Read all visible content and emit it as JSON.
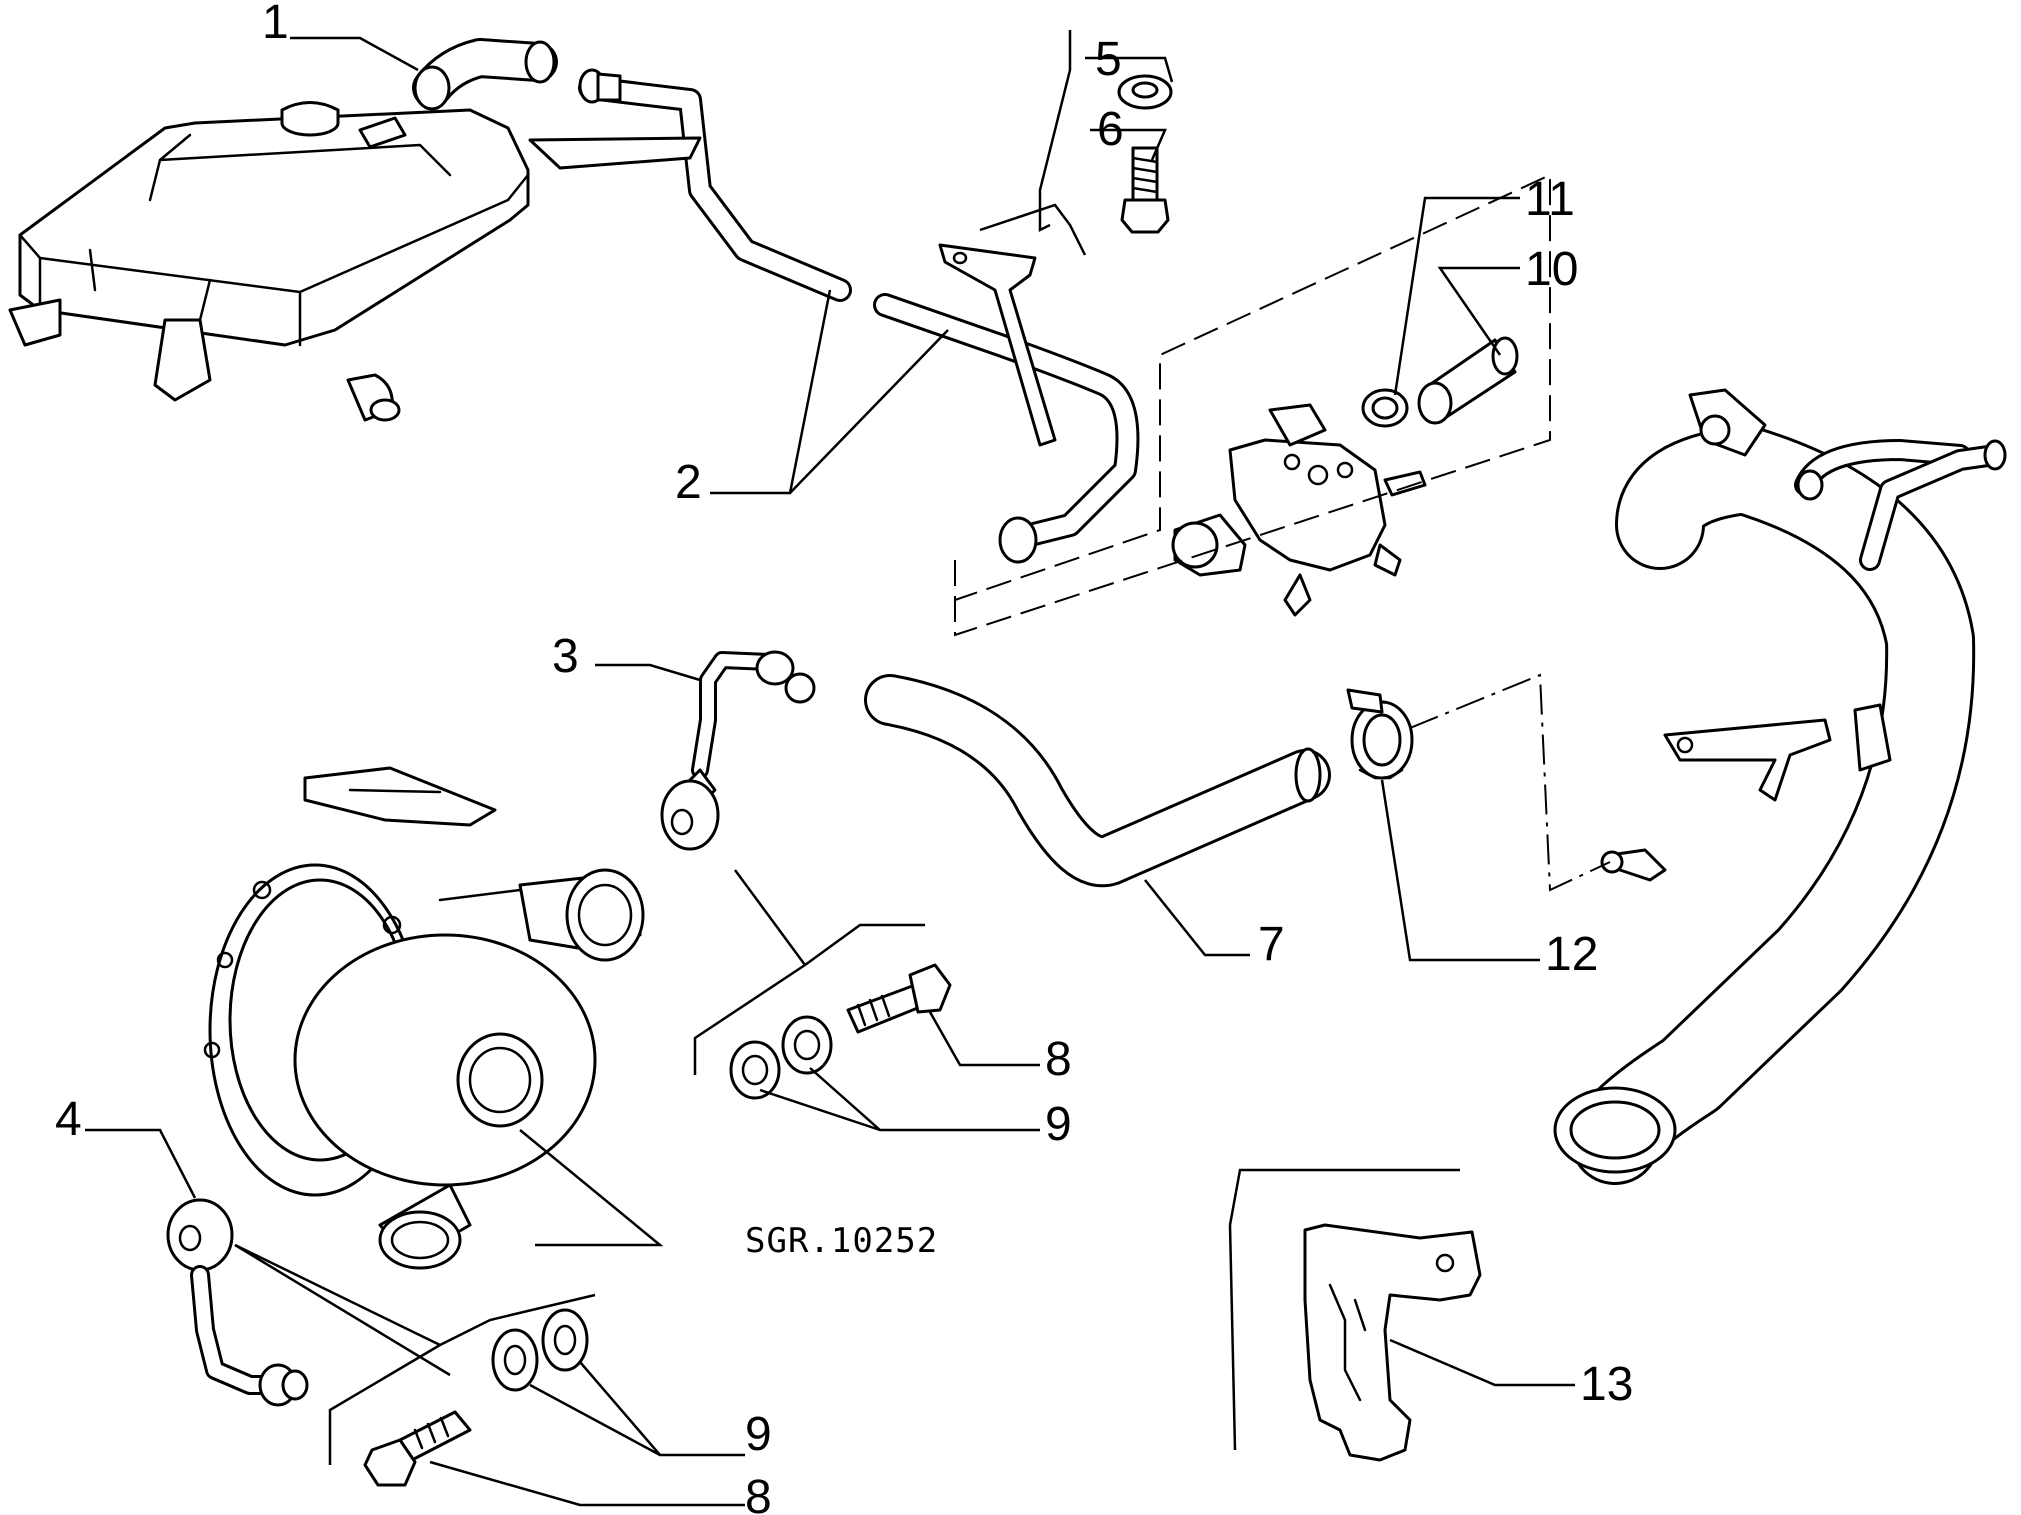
{
  "callouts": {
    "c1": "1",
    "c2": "2",
    "c3": "3",
    "c4": "4",
    "c5": "5",
    "c6": "6",
    "c7": "7",
    "c8a": "8",
    "c8b": "8",
    "c9a": "9",
    "c9b": "9",
    "c10": "10",
    "c11": "11",
    "c12": "12",
    "c13": "13"
  },
  "reference": "SGR.10252",
  "colors": {
    "line": "#000000",
    "background": "#ffffff"
  }
}
